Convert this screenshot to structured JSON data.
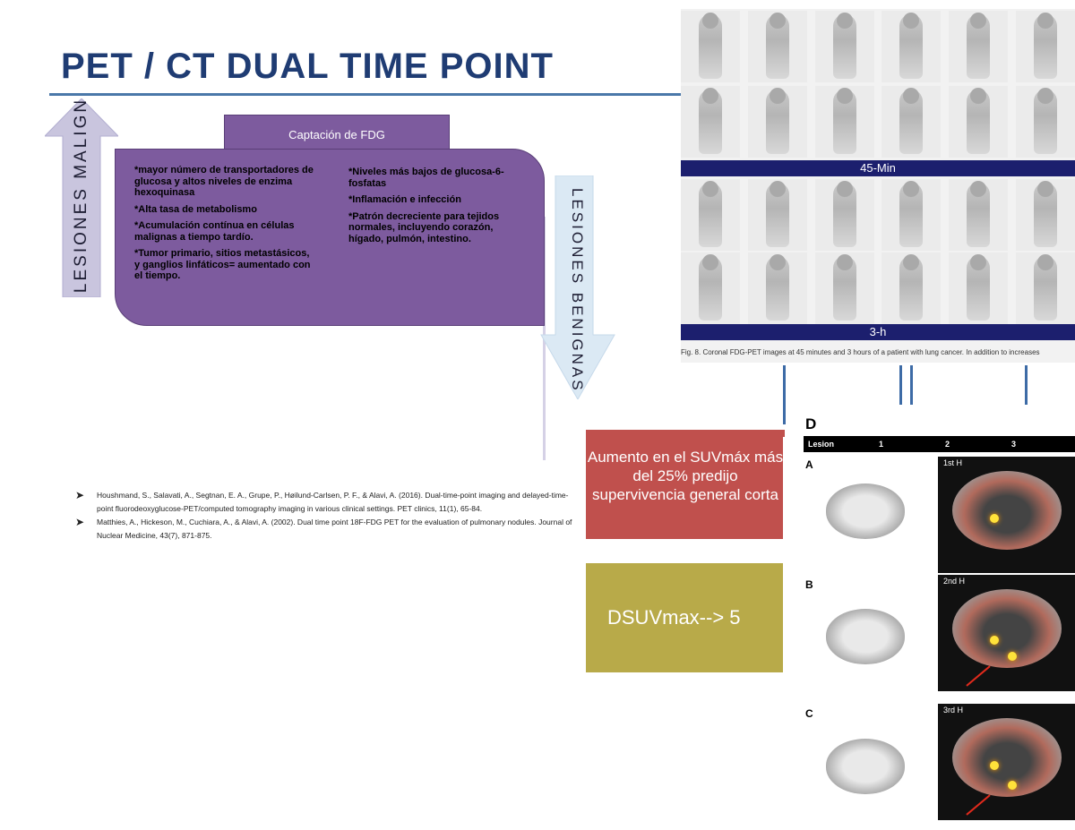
{
  "title": "PET / CT DUAL TIME POINT",
  "arrow_up_label": "LESIONES MALIGN",
  "arrow_down_label": "LESIONES BENIGNAS",
  "box": {
    "tab": "Captación de FDG",
    "col1": [
      "*mayor número de transportadores de glucosa y altos niveles de enzima hexoquinasa",
      "*Alta tasa de metabolismo",
      "*Acumulación contínua  en células malignas a tiempo tardío.",
      "*Tumor primario,  sitios metastásicos, y ganglios linfáticos= aumentado con el tiempo."
    ],
    "col2": [
      "*Niveles más bajos de glucosa-6-fosfatas",
      "*Inflamación e infección",
      "*Patrón decreciente para tejidos normales, incluyendo corazón, hígado, pulmón, intestino."
    ]
  },
  "references": [
    "Houshmand, S., Salavati, A., Segtnan, E. A., Grupe, P., Høilund-Carlsen, P. F., & Alavi, A. (2016). Dual-time-point imaging and delayed-time-point fluorodeoxyglucose-PET/computed tomography imaging in various clinical settings. PET clinics, 11(1), 65-84.",
    "Matthies, A., Hickeson, M., Cuchiara, A., & Alavi, A. (2002). Dual time point 18F-FDG PET for the evaluation of pulmonary nodules. Journal of Nuclear Medicine, 43(7), 871-875."
  ],
  "pet_panel": {
    "bar1": "45-Min",
    "bar2": "3-h",
    "caption": "Fig. 8. Coronal FDG-PET images at 45 minutes and 3 hours of a patient with lung cancer. In addition to increases"
  },
  "red_box": "Aumento en el SUVmáx más del 25% predijo supervivencia general corta",
  "olive_box": "DSUVmax--> 5",
  "ct_panel": {
    "label": "D",
    "header": [
      "Lesion",
      "1",
      "2",
      "3"
    ],
    "rows": [
      {
        "label": "A",
        "time": "1st H"
      },
      {
        "label": "B",
        "time": "2nd H"
      },
      {
        "label": "C",
        "time": "3rd H"
      }
    ]
  },
  "colors": {
    "title": "#1f3c73",
    "purple": "#7d5b9e",
    "red_box": "#c0504d",
    "olive_box": "#b8aa49",
    "pet_bar": "#1c1f6e"
  }
}
